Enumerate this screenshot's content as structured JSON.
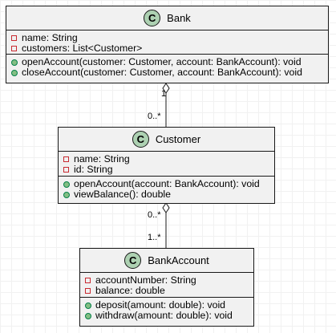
{
  "diagram": {
    "classes": [
      {
        "name": "Bank",
        "stereotype": "C",
        "fields": [
          "name: String",
          "customers: List<Customer>"
        ],
        "methods": [
          "openAccount(customer: Customer, account: BankAccount): void",
          "closeAccount(customer: Customer, account: BankAccount): void"
        ]
      },
      {
        "name": "Customer",
        "stereotype": "C",
        "fields": [
          "name: String",
          "id: String"
        ],
        "methods": [
          "openAccount(account: BankAccount): void",
          "viewBalance(): double"
        ]
      },
      {
        "name": "BankAccount",
        "stereotype": "C",
        "fields": [
          "accountNumber: String",
          "balance: double"
        ],
        "methods": [
          "deposit(amount: double): void",
          "withdraw(amount: double): void"
        ]
      }
    ],
    "relations": [
      {
        "from": "Bank",
        "to": "Customer",
        "kind": "aggregation",
        "from_mult": "1",
        "to_mult": "0..*"
      },
      {
        "from": "Customer",
        "to": "BankAccount",
        "kind": "aggregation",
        "from_mult": "0..*",
        "to_mult": "1..*"
      }
    ],
    "colors": {
      "class_fill": "#f1f1f1",
      "border": "#181818",
      "stereotype_circle": "#add1b2",
      "private_marker": "#c82930",
      "public_marker": "#84be84"
    }
  }
}
